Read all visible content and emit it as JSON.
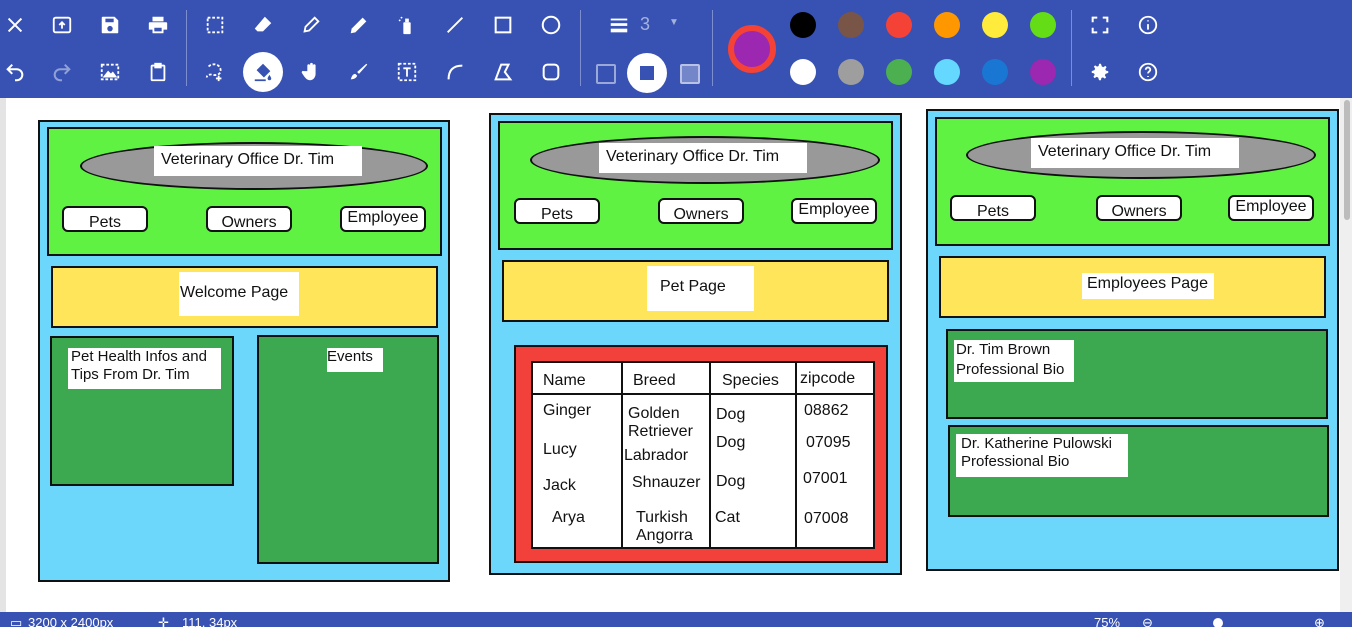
{
  "toolbar": {
    "line_width": "3",
    "current_color": "#9c27b0",
    "palette": [
      "#000000",
      "#795548",
      "#f44336",
      "#ff9800",
      "#ffeb3b",
      "#64dd17",
      "#ffffff",
      "#9e9e9e",
      "#4caf50",
      "#64d8ff",
      "#1976d2",
      "#9c27b0"
    ],
    "icons": [
      "close-icon",
      "open-icon",
      "save-icon",
      "print-icon",
      "rect-select-icon",
      "eraser-icon",
      "color-picker-icon",
      "pencil-icon",
      "spray-icon",
      "line-icon",
      "rectangle-icon",
      "ellipse-icon",
      "lines-icon",
      "fullscreen-icon",
      "info-icon",
      "undo-icon",
      "redo-icon",
      "image-icon",
      "clipboard-icon",
      "free-select-icon",
      "fill-icon",
      "hand-icon",
      "brush-icon",
      "text-icon",
      "curve-icon",
      "polygon-icon",
      "rounded-rect-icon",
      "settings-icon",
      "help-icon"
    ]
  },
  "canvas": {
    "pages": [
      {
        "title": "Veterinary Office Dr. Tim",
        "nav": [
          "Pets",
          "Owners",
          "Employee"
        ],
        "page_label": "Welcome Page",
        "left_box": "Pet Health Infos and Tips From Dr. Tim",
        "right_box": "Events"
      },
      {
        "title": "Veterinary Office Dr. Tim",
        "nav": [
          "Pets",
          "Owners",
          "Employee"
        ],
        "page_label": "Pet Page",
        "table": {
          "headers": [
            "Name",
            "Breed",
            "Species",
            "zipcode"
          ],
          "rows": [
            [
              "Ginger",
              "Golden Retriever",
              "Dog",
              "08862"
            ],
            [
              "Lucy",
              "Labrador",
              "Dog",
              "07095"
            ],
            [
              "Jack",
              "Shnauzer",
              "Dog",
              "07001"
            ],
            [
              "Arya",
              "Turkish Angorra",
              "Cat",
              "07008"
            ]
          ]
        }
      },
      {
        "title": "Veterinary Office Dr. Tim",
        "nav": [
          "Pets",
          "Owners",
          "Employee"
        ],
        "page_label": "Employees Page",
        "bio1": "Dr. Tim Brown Professional Bio",
        "bio2": "Dr. Katherine Pulowski Professional Bio"
      }
    ]
  },
  "status": {
    "image_size": "3200 x 2400px",
    "cursor": "111, 34px",
    "zoom": "75%"
  }
}
